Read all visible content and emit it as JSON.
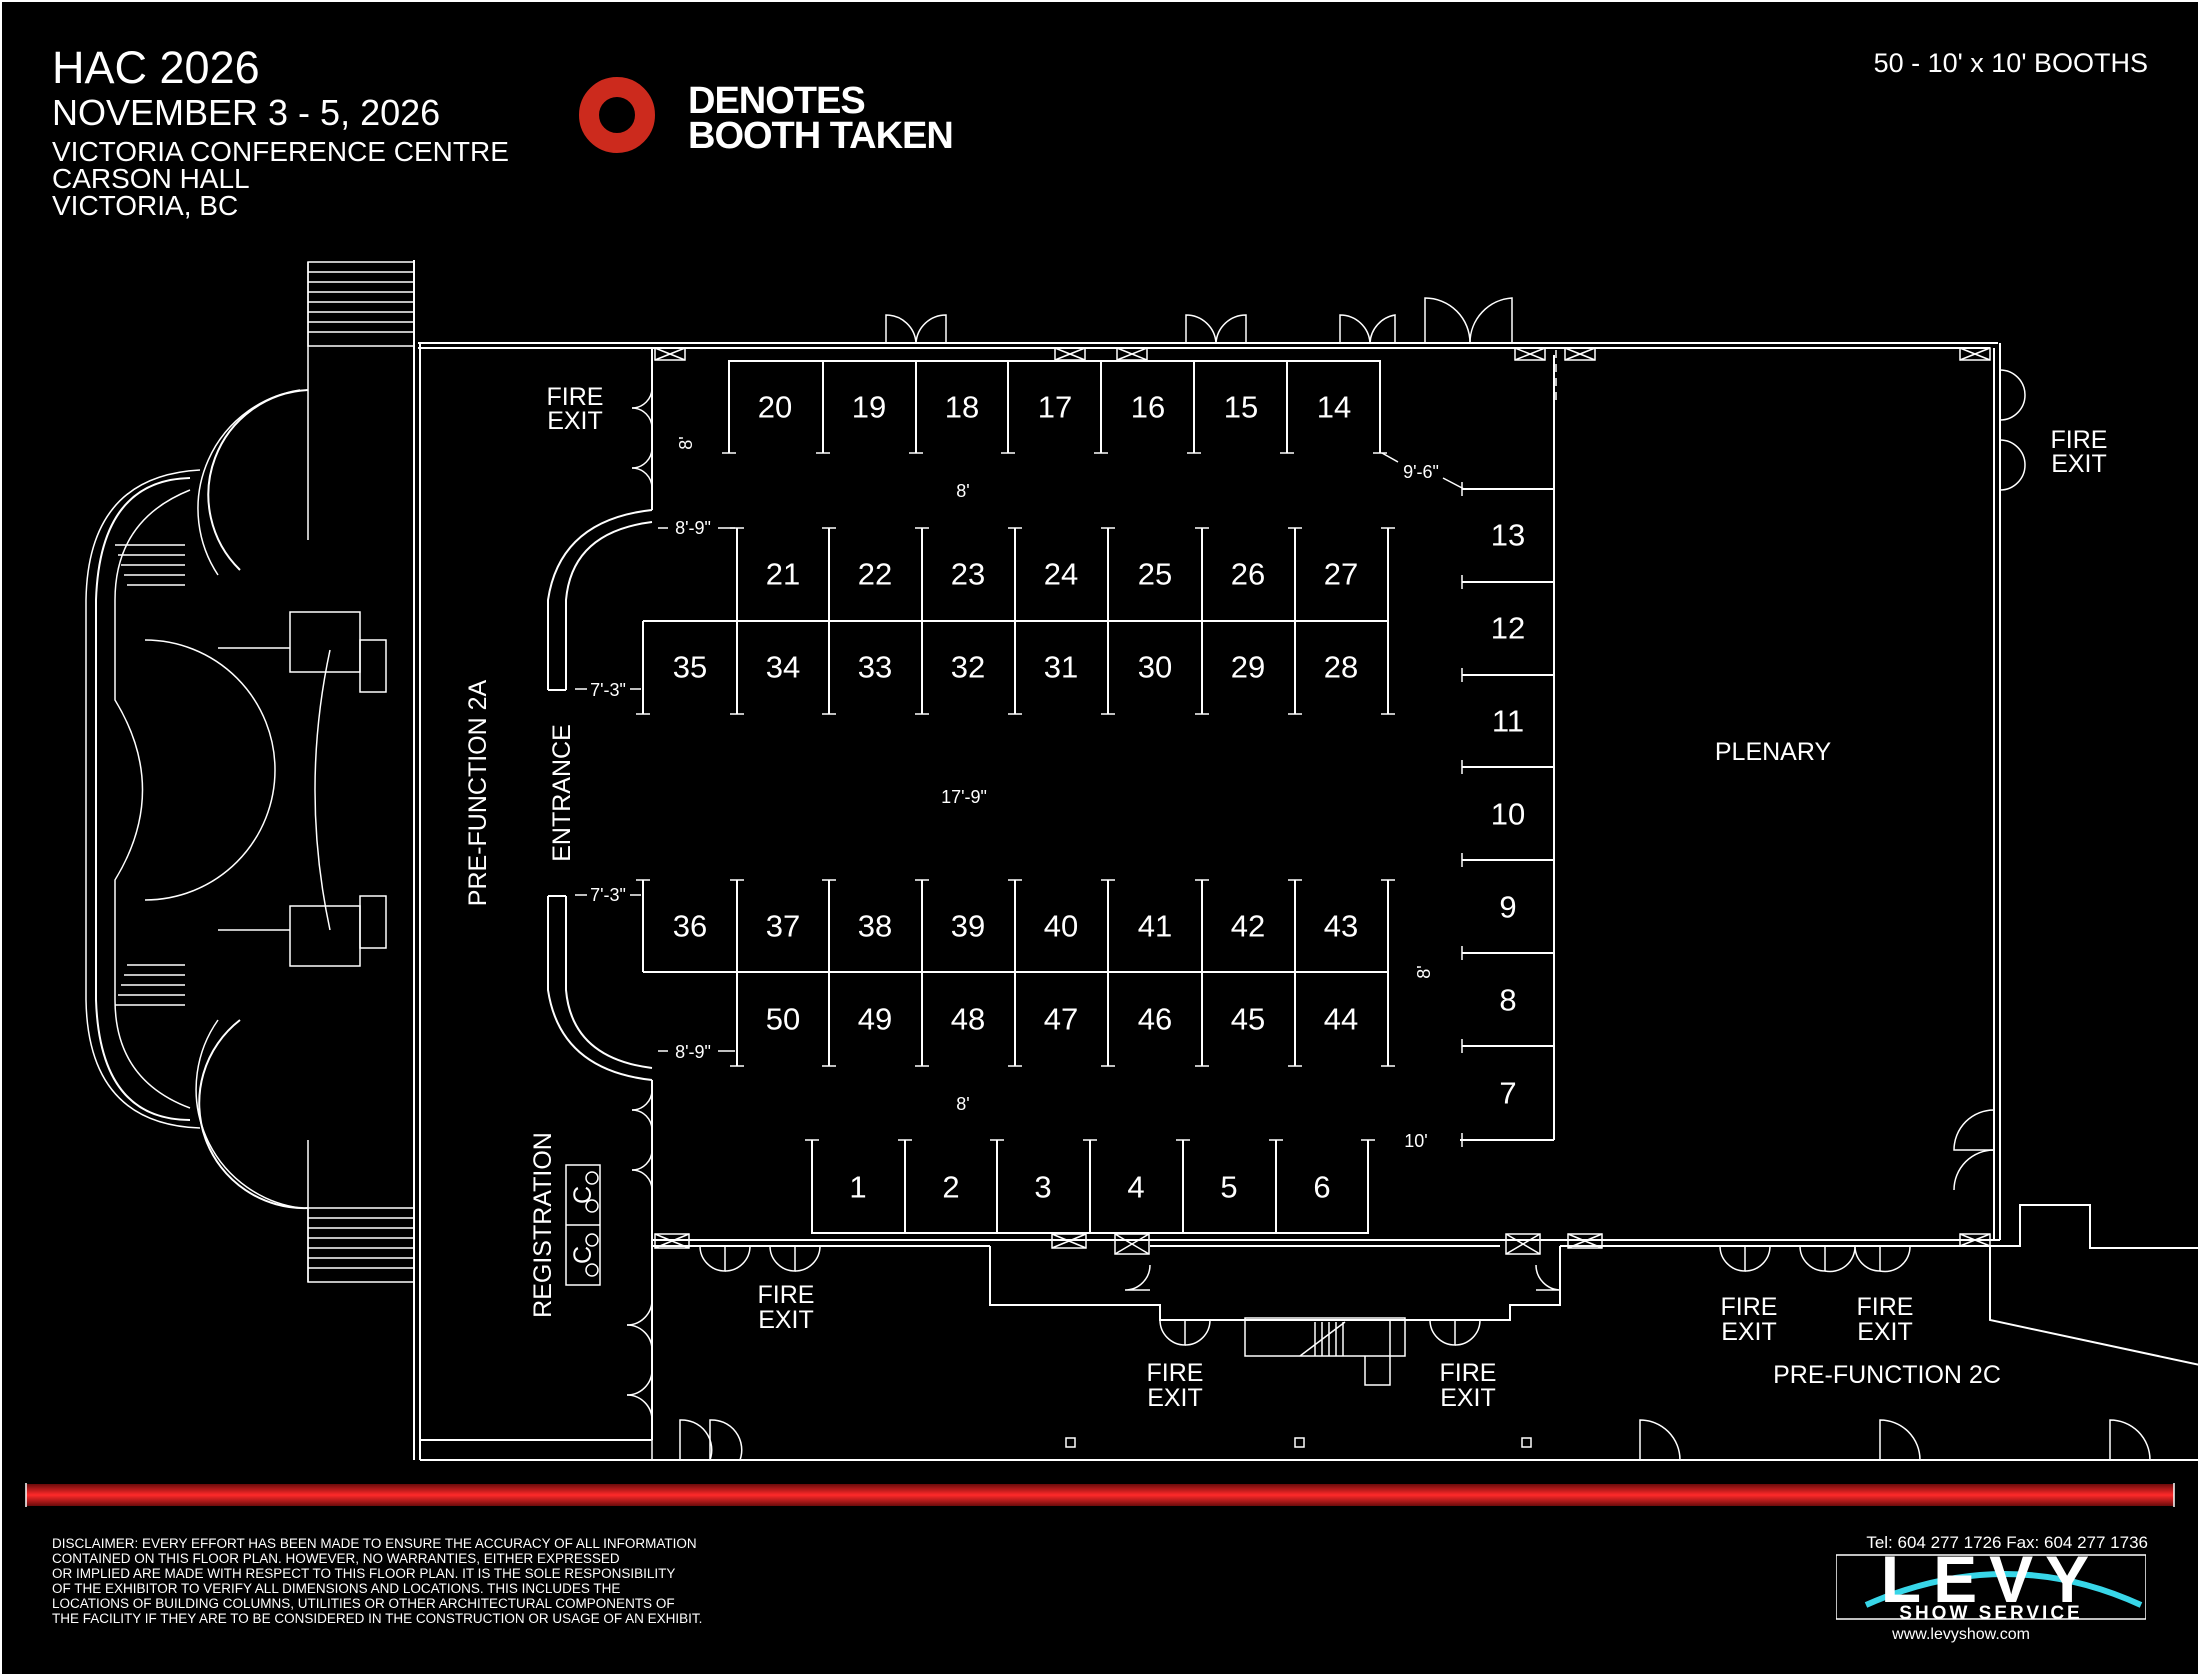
{
  "event": {
    "title": "HAC 2026",
    "dates": "NOVEMBER 3 - 5, 2026",
    "venue_lines": [
      "VICTORIA CONFERENCE CENTRE",
      "CARSON HALL",
      "VICTORIA, BC"
    ]
  },
  "legend": {
    "line1": "DENOTES",
    "line2": "BOOTH TAKEN",
    "marker_color": "#cc2a1d"
  },
  "booth_count": "50 - 10' x 10' BOOTHS",
  "booths": {
    "top_row": [
      "20",
      "19",
      "18",
      "17",
      "16",
      "15",
      "14"
    ],
    "upper_block_top": [
      "21",
      "22",
      "23",
      "24",
      "25",
      "26",
      "27"
    ],
    "upper_block_bottom": [
      "35",
      "34",
      "33",
      "32",
      "31",
      "30",
      "29",
      "28"
    ],
    "lower_block_top": [
      "36",
      "37",
      "38",
      "39",
      "40",
      "41",
      "42",
      "43"
    ],
    "lower_block_bottom": [
      "50",
      "49",
      "48",
      "47",
      "46",
      "45",
      "44"
    ],
    "right_column": [
      "13",
      "12",
      "11",
      "10",
      "9",
      "8",
      "7"
    ],
    "bottom_row": [
      "1",
      "2",
      "3",
      "4",
      "5",
      "6"
    ]
  },
  "areas": {
    "plenary": "PLENARY",
    "prefunction_2a": "PRE-FUNCTION 2A",
    "prefunction_2c": "PRE-FUNCTION 2C",
    "entrance": "ENTRANCE",
    "registration": "REGISTRATION",
    "reg_table": "C",
    "fire_exit_line1": "FIRE",
    "fire_exit_line2": "EXIT"
  },
  "dimensions": {
    "top_aisle": "8'",
    "left_gap_top": "8'",
    "corner_gap": "9'-6\"",
    "entry_top": "8'-9\"",
    "entry_upper": "7'-3\"",
    "center_aisle": "17'-9\"",
    "entry_lower": "7'-3\"",
    "right_gap": "8'",
    "entry_bottom": "8'-9\"",
    "bottom_aisle": "8'",
    "bottom_right_gap": "10'"
  },
  "footer": {
    "disclaimer": [
      "DISCLAIMER: EVERY EFFORT HAS BEEN MADE TO ENSURE THE ACCURACY OF ALL INFORMATION",
      "CONTAINED ON THIS FLOOR PLAN. HOWEVER, NO WARRANTIES, EITHER EXPRESSED",
      "OR IMPLIED ARE MADE WITH RESPECT TO THIS FLOOR PLAN. IT IS THE SOLE RESPONSIBILITY",
      "OF THE EXHIBITOR TO VERIFY ALL DIMENSIONS AND LOCATIONS. THIS INCLUDES THE",
      "LOCATIONS OF BUILDING COLUMNS, UTILITIES OR OTHER ARCHITECTURAL COMPONENTS OF",
      "THE FACILITY IF THEY ARE TO BE CONSIDERED IN THE CONSTRUCTION OR USAGE OF AN EXHIBIT."
    ],
    "contact": "Tel: 604 277 1726  Fax: 604 277 1736",
    "logo_word": "LEVY",
    "logo_sub": "SHOW SERVICE",
    "website": "www.levyshow.com",
    "accent_color": "#38d6e8",
    "bar_color": "#e02020"
  }
}
